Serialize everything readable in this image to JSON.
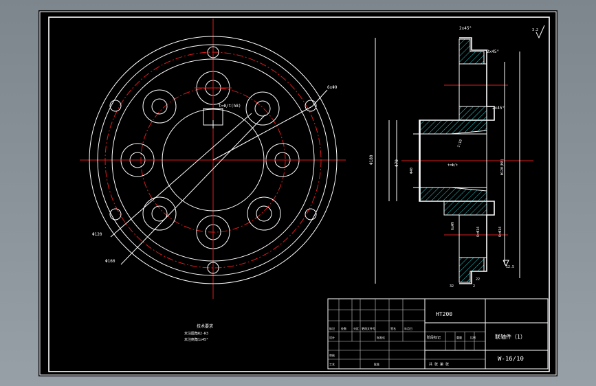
{
  "material": "HT200",
  "part_name": "联轴件（1）",
  "drawing_no": "W-16/10",
  "tech_req": {
    "heading": "技术要求",
    "lines": [
      "未注圆角R2-R3",
      "未注倒角1x45°"
    ]
  },
  "front_view_labels": {
    "label_top_right": "6xΦ9",
    "label_key": "t=Φ/t(h8)",
    "label_left": "Φ120",
    "label_bottom": "Φ160"
  },
  "section_view_labels": {
    "chamfer_top": "2x45°",
    "chamfer_step": "2x45°",
    "chamfer_mid": "2x45°",
    "dia_outer": "Φ180",
    "dia_hub": "Φ70",
    "dia_bore": "Φ40",
    "dia_pitch": "Φ120(H8)",
    "dia_boss": "6×Φ14",
    "bore_key": "t=Φ/t",
    "dim_bottom_left": "32",
    "dim_bottom_right": "22",
    "dim_bottom_2": "2",
    "roughness": "12.5",
    "roughness_top": "3.2",
    "taper": "1:10",
    "hole_note": "6xΦ9",
    "rough_side": "6×Φ14"
  },
  "title_block": {
    "row_labels": [
      "标记",
      "处数",
      "分区",
      "更改文件号",
      "签名",
      "年月日"
    ],
    "designer": "设计",
    "standardizer": "标准化",
    "stage_label": "阶段标记",
    "weight": "重量",
    "scale": "比例",
    "reviewer": "审核",
    "craft": "工艺",
    "approve": "批准",
    "sheets": "共 张  第 张"
  }
}
